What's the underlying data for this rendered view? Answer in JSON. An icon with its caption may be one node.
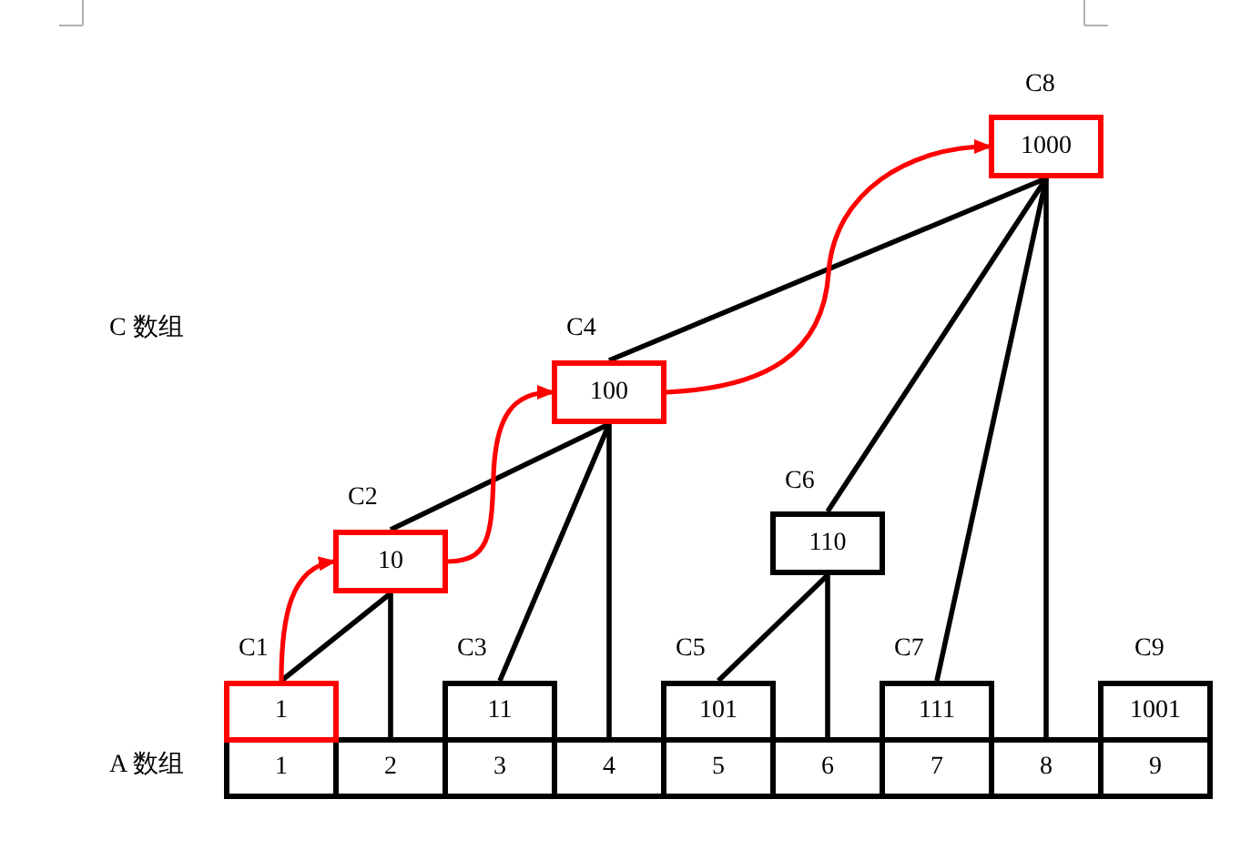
{
  "diagram": {
    "nodes": [
      {
        "text": [
          "1000"
        ],
        "beside": [
          "C8"
        ]
      },
      {
        "text": [
          "100"
        ],
        "beside": [
          "C4"
        ]
      },
      {
        "text": [
          "110"
        ],
        "beside": [
          "C6"
        ]
      },
      {
        "text": [
          "10"
        ],
        "beside": [
          "C2"
        ]
      },
      {
        "text": [
          "1"
        ],
        "beside": [
          "C1"
        ]
      },
      {
        "text": [
          "11"
        ],
        "beside": [
          "C3"
        ]
      },
      {
        "text": [
          "101"
        ],
        "beside": [
          "C5"
        ]
      },
      {
        "text": [
          "111"
        ],
        "beside": [
          "C7"
        ]
      },
      {
        "text": [
          "1001"
        ],
        "beside": [
          "C9"
        ]
      },
      {
        "text": [
          "1"
        ]
      },
      {
        "text": [
          "2"
        ]
      },
      {
        "text": [
          "3"
        ]
      },
      {
        "text": [
          "4"
        ]
      },
      {
        "text": [
          "5"
        ]
      },
      {
        "text": [
          "6"
        ]
      },
      {
        "text": [
          "7"
        ]
      },
      {
        "text": [
          "8"
        ]
      },
      {
        "text": [
          "9"
        ]
      }
    ],
    "edges": [
      {
        "from": 3,
        "to": 4,
        "arrow": "none"
      },
      {
        "from": 3,
        "to": 10,
        "arrow": "none"
      },
      {
        "from": 1,
        "to": 3,
        "arrow": "none"
      },
      {
        "from": 1,
        "to": 5,
        "arrow": "none"
      },
      {
        "from": 1,
        "to": 12,
        "arrow": "none"
      },
      {
        "from": 2,
        "to": 6,
        "arrow": "none"
      },
      {
        "from": 2,
        "to": 14,
        "arrow": "none"
      },
      {
        "from": 0,
        "to": 1,
        "arrow": "none"
      },
      {
        "from": 0,
        "to": 2,
        "arrow": "none"
      },
      {
        "from": 0,
        "to": 7,
        "arrow": "none"
      },
      {
        "from": 0,
        "to": 16,
        "arrow": "none"
      },
      {
        "from": 4,
        "to": 3,
        "arrow": "to",
        "color": "#ff0000"
      },
      {
        "from": 3,
        "to": 1,
        "arrow": "to",
        "color": "#ff0000"
      },
      {
        "from": 1,
        "to": 0,
        "arrow": "to",
        "color": "#ff0000"
      }
    ],
    "labels": [
      "C 数组",
      "A 数组"
    ]
  }
}
